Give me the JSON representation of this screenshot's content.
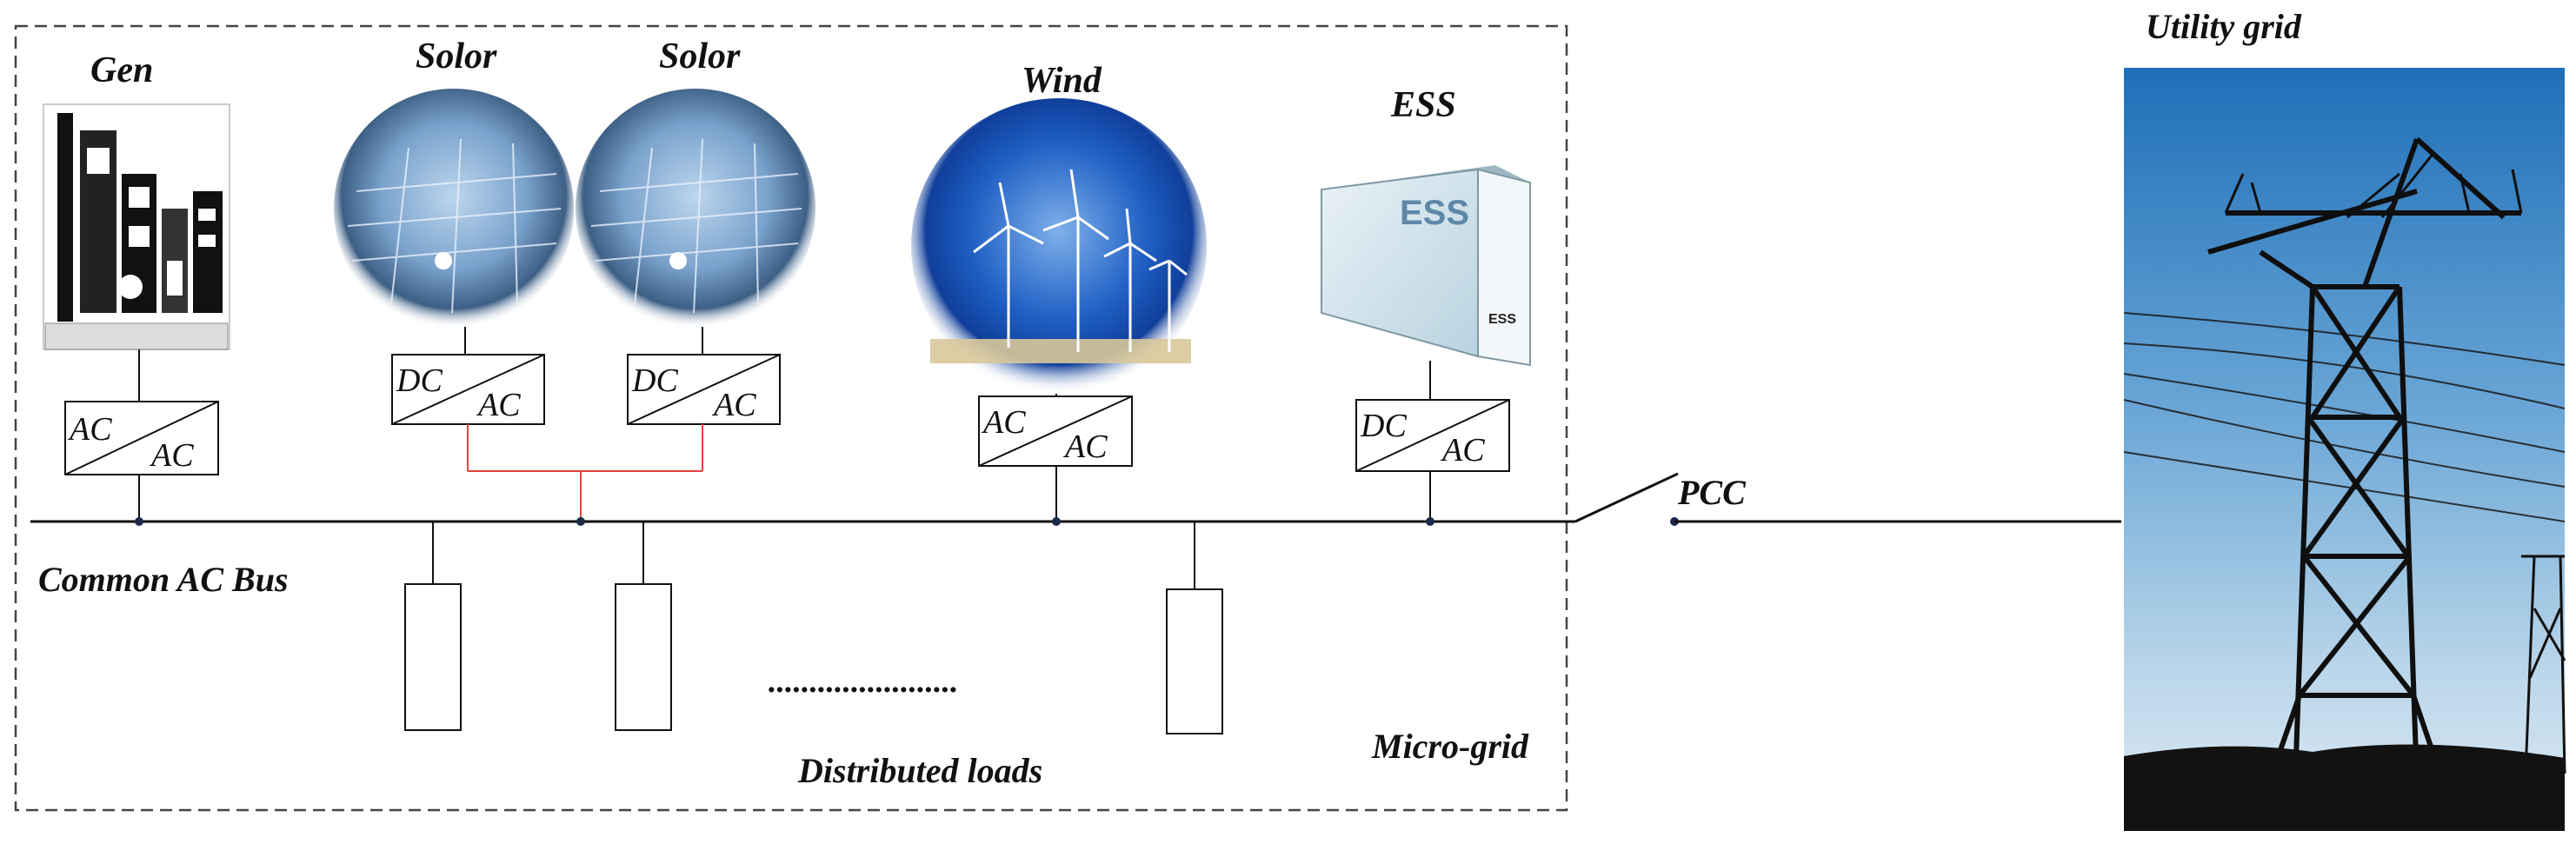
{
  "sources": {
    "gen": {
      "label": "Gen",
      "converter_in": "AC",
      "converter_out": "AC"
    },
    "solar1": {
      "label": "Solor",
      "converter_in": "DC",
      "converter_out": "AC"
    },
    "solar2": {
      "label": "Solor",
      "converter_in": "DC",
      "converter_out": "AC"
    },
    "wind": {
      "label": "Wind",
      "converter_in": "AC",
      "converter_out": "AC"
    },
    "ess": {
      "label": "ESS",
      "converter_in": "DC",
      "converter_out": "AC",
      "panel_text": "ESS",
      "side_text": "ESS"
    }
  },
  "bus": {
    "label": "Common AC Bus"
  },
  "loads": {
    "label": "Distributed loads",
    "ellipsis": "......................."
  },
  "microgrid": {
    "label": "Micro-grid"
  },
  "pcc": {
    "label": "PCC"
  },
  "utility": {
    "label": "Utility grid"
  },
  "colors": {
    "line": "#111111",
    "dc_link": "#e0443c",
    "border": "#444444"
  }
}
